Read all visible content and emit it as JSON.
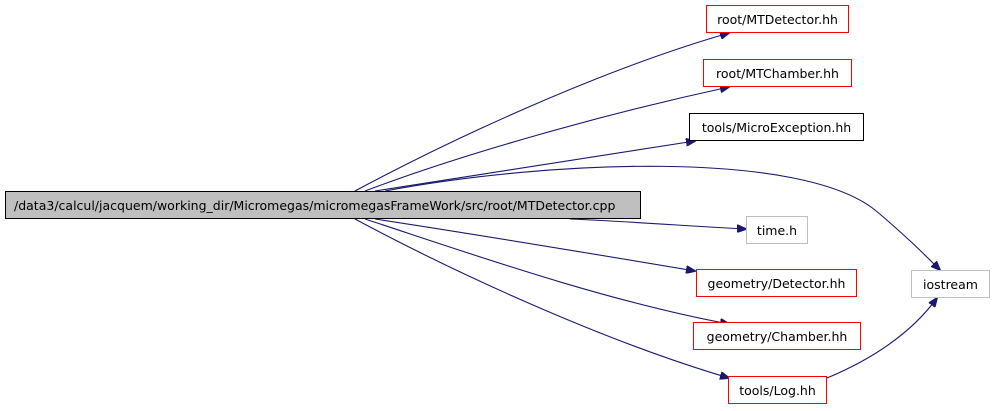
{
  "source_file": "/data3/calcul/jacquem/working_dir/Micromegas/micromegasFrameWork/src/root/MTDetector.cpp",
  "includes": [
    {
      "id": "mtdetector_hh",
      "label": "root/MTDetector.hh",
      "style": "red"
    },
    {
      "id": "mtchamber_hh",
      "label": "root/MTChamber.hh",
      "style": "red"
    },
    {
      "id": "microexception_hh",
      "label": "tools/MicroException.hh",
      "style": "black"
    },
    {
      "id": "time_h",
      "label": "time.h",
      "style": "gray"
    },
    {
      "id": "detector_hh",
      "label": "geometry/Detector.hh",
      "style": "red"
    },
    {
      "id": "chamber_hh",
      "label": "geometry/Chamber.hh",
      "style": "red"
    },
    {
      "id": "log_hh",
      "label": "tools/Log.hh",
      "style": "red"
    },
    {
      "id": "iostream",
      "label": "iostream",
      "style": "gray"
    }
  ],
  "edges": [
    {
      "from": "source",
      "to": "mtdetector_hh"
    },
    {
      "from": "source",
      "to": "mtchamber_hh"
    },
    {
      "from": "source",
      "to": "microexception_hh"
    },
    {
      "from": "source",
      "to": "iostream"
    },
    {
      "from": "source",
      "to": "time_h"
    },
    {
      "from": "source",
      "to": "detector_hh"
    },
    {
      "from": "source",
      "to": "chamber_hh"
    },
    {
      "from": "source",
      "to": "log_hh"
    },
    {
      "from": "log_hh",
      "to": "iostream"
    }
  ],
  "colors": {
    "edge": "#191970",
    "documented_border": "#ff0000",
    "undocumented_border": "#000000",
    "external_border": "#bfbfbf",
    "source_fill": "#bfbfbf"
  }
}
